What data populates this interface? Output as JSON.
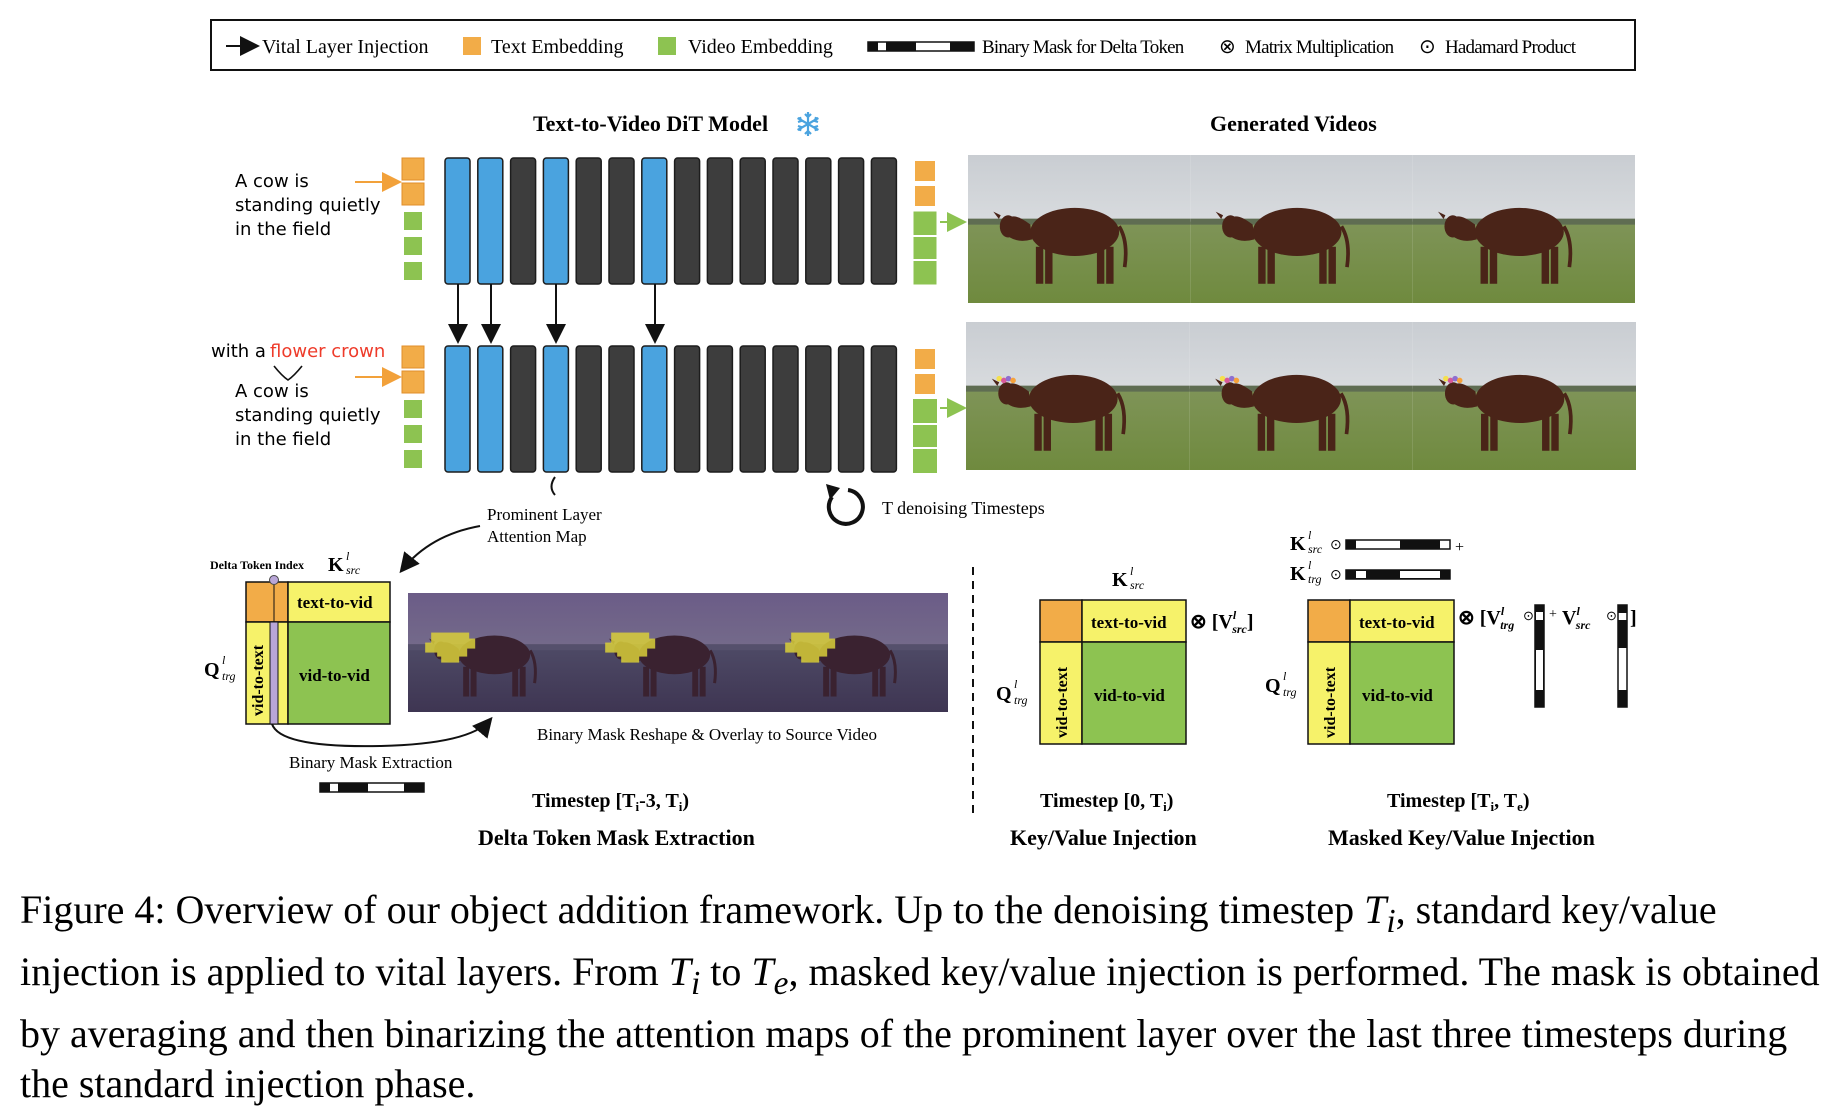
{
  "legend": {
    "vital_layer_injection": "Vital Layer Injection",
    "text_embedding": "Text Embedding",
    "video_embedding": "Video Embedding",
    "binary_mask": "Binary Mask for Delta Token",
    "matrix_mult": "Matrix Multiplication",
    "hadamard": "Hadamard Product"
  },
  "model": {
    "title": "Text-to-Video DiT Model",
    "snow_icon": "snowflake-icon",
    "generated_title": "Generated Videos",
    "prompt1": [
      "A cow is",
      "standing quietly",
      "in the field"
    ],
    "prompt2_prefix": "with a",
    "prompt2_highlight": "flower crown",
    "prompt2_lines": [
      "A cow is",
      "standing quietly",
      "in the field"
    ],
    "layers_top": [
      "blue",
      "blue",
      "dark",
      "blue",
      "dark",
      "dark",
      "blue",
      "dark",
      "dark",
      "dark",
      "dark",
      "dark",
      "dark",
      "dark"
    ],
    "layers_bottom": [
      "blue",
      "blue",
      "dark",
      "blue",
      "dark",
      "dark",
      "blue",
      "dark",
      "dark",
      "dark",
      "dark",
      "dark",
      "dark",
      "dark"
    ],
    "denoise_label": "T denoising Timesteps",
    "prominent_label_1": "Prominent Layer",
    "prominent_label_2": "Attention Map"
  },
  "mask_panel": {
    "delta_token_index": "Delta Token Index",
    "k_main": "K",
    "k_sup": "l",
    "k_sub": "src",
    "q_main": "Q",
    "q_sup": "l",
    "q_sub": "trg",
    "text_to_vid": "text-to-vid",
    "vid_to_text": "vid-to-text",
    "vid_to_vid": "vid-to-vid",
    "reshape_label": "Binary Mask Reshape & Overlay to Source Video",
    "extraction_label": "Binary Mask Extraction",
    "timestep": "Timestep [T",
    "timestep_sub": "i",
    "timestep_rest": "-3, T",
    "timestep_end": ")",
    "title": "Delta Token Mask Extraction"
  },
  "kv_panel": {
    "k_main": "K",
    "k_sup": "l",
    "k_sub": "src",
    "q_main": "Q",
    "q_sup": "l",
    "q_sub": "trg",
    "text_to_vid": "text-to-vid",
    "vid_to_text": "vid-to-text",
    "vid_to_vid": "vid-to-vid",
    "v_expr": "⊗ [V",
    "v_sup": "l",
    "v_sub": "src",
    "timestep": "Timestep [0, T",
    "timestep_sub": "i",
    "timestep_end": ")",
    "title": "Key/Value Injection"
  },
  "masked_panel": {
    "k1_main": "K",
    "k1_sup": "l",
    "k1_sub": "src",
    "k2_main": "K",
    "k2_sup": "l",
    "k2_sub": "trg",
    "q_main": "Q",
    "q_sup": "l",
    "q_sub": "trg",
    "text_to_vid": "text-to-vid",
    "vid_to_text": "vid-to-text",
    "vid_to_vid": "vid-to-vid",
    "v_expr_a": "⊗ [V",
    "v_expr_a_sup": "l",
    "v_expr_a_sub": "trg",
    "v_expr_b": "V",
    "v_expr_b_sup": "l",
    "v_expr_b_sub": "src",
    "timestep": "Timestep [T",
    "timestep_sub": "i",
    "timestep_mid": ", T",
    "timestep_sub2": "e",
    "timestep_end": ")",
    "title": "Masked Key/Value Injection"
  },
  "caption": {
    "part1": "Figure 4: Overview of our object addition framework. Up to the denoising timestep ",
    "ti": "T",
    "ti_sub": "i",
    "part2": ", standard key/value injection is applied to vital layers. From ",
    "part3": " to ",
    "te_sub": "e",
    "part4": ", masked key/value injection is performed. The mask is obtained by averaging and then binarizing the attention maps of the prominent layer over the last three timesteps during the standard injection phase."
  },
  "colors": {
    "orange": "#f2ac48",
    "green": "#8dc351",
    "blue": "#4aa3df",
    "dark": "#3d3d3d",
    "yellow": "#f6f26a",
    "red": "#ee3b2a"
  }
}
